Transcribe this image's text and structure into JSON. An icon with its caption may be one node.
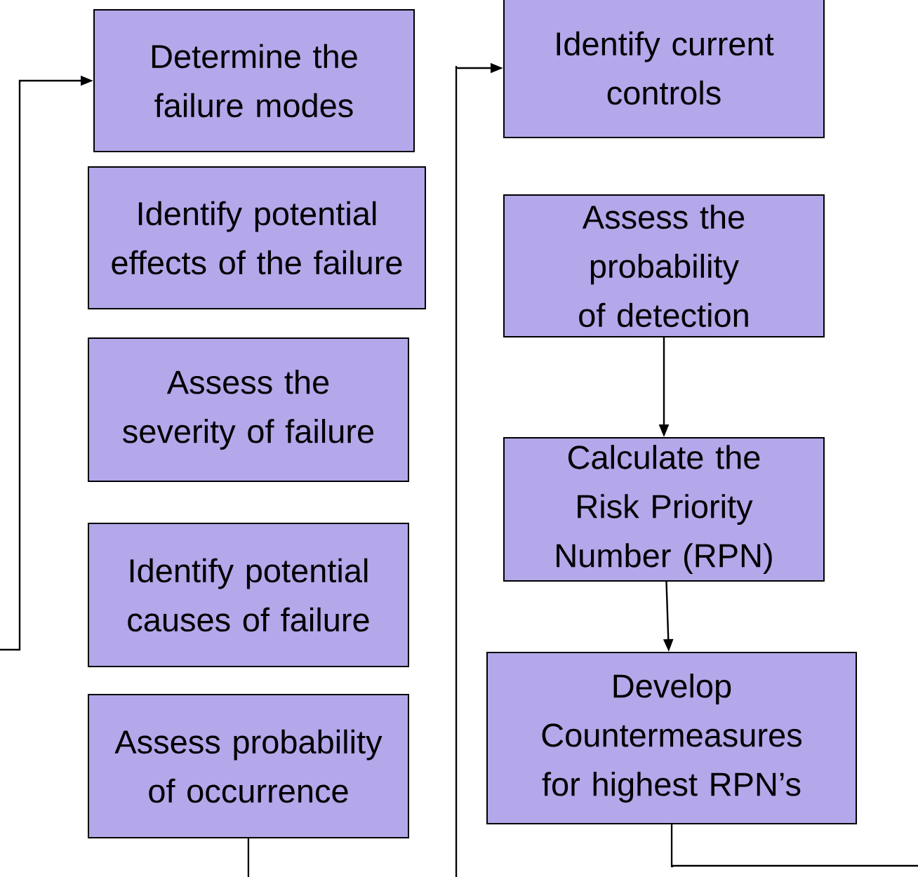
{
  "diagram": {
    "nodes": [
      {
        "text": [
          "Determine the failure modes"
        ]
      },
      {
        "text": [
          "Identify potential effects of the failure"
        ]
      },
      {
        "text": [
          "Assess the severity of failure"
        ]
      },
      {
        "text": [
          "Identify potential causes of failure"
        ]
      },
      {
        "text": [
          "Assess probability of occurrence"
        ]
      },
      {
        "text": [
          "Identify current controls"
        ]
      },
      {
        "text": [
          "Assess the probability of detection"
        ]
      },
      {
        "text": [
          "Calculate the Risk Priority Number (RPN)"
        ]
      },
      {
        "text": [
          "Develop Countermeasures for highest RPN’s"
        ]
      }
    ],
    "edges": [
      {
        "from": null,
        "to": 0,
        "arrow": "to"
      },
      {
        "from": 4,
        "to": null,
        "arrow": "none"
      },
      {
        "from": null,
        "to": 5,
        "arrow": "to"
      },
      {
        "from": 6,
        "to": 7,
        "arrow": "to"
      },
      {
        "from": 7,
        "to": 8,
        "arrow": "to"
      },
      {
        "from": 8,
        "to": null,
        "arrow": "none"
      }
    ]
  }
}
